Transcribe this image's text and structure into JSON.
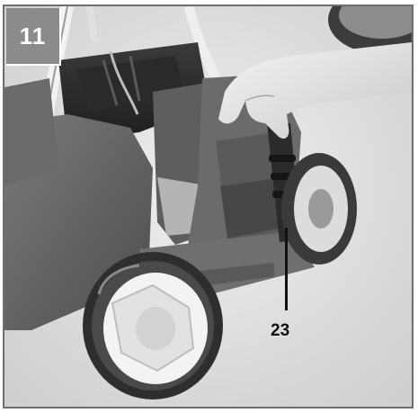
{
  "figure": {
    "number": "11",
    "callouts": [
      {
        "label": "23",
        "target": "height-adjustment-lever"
      }
    ],
    "colors": {
      "frame_border": "#6e6e6e",
      "badge_background": "#8b8b8b",
      "badge_text": "#ffffff",
      "callout": "#111111"
    }
  }
}
